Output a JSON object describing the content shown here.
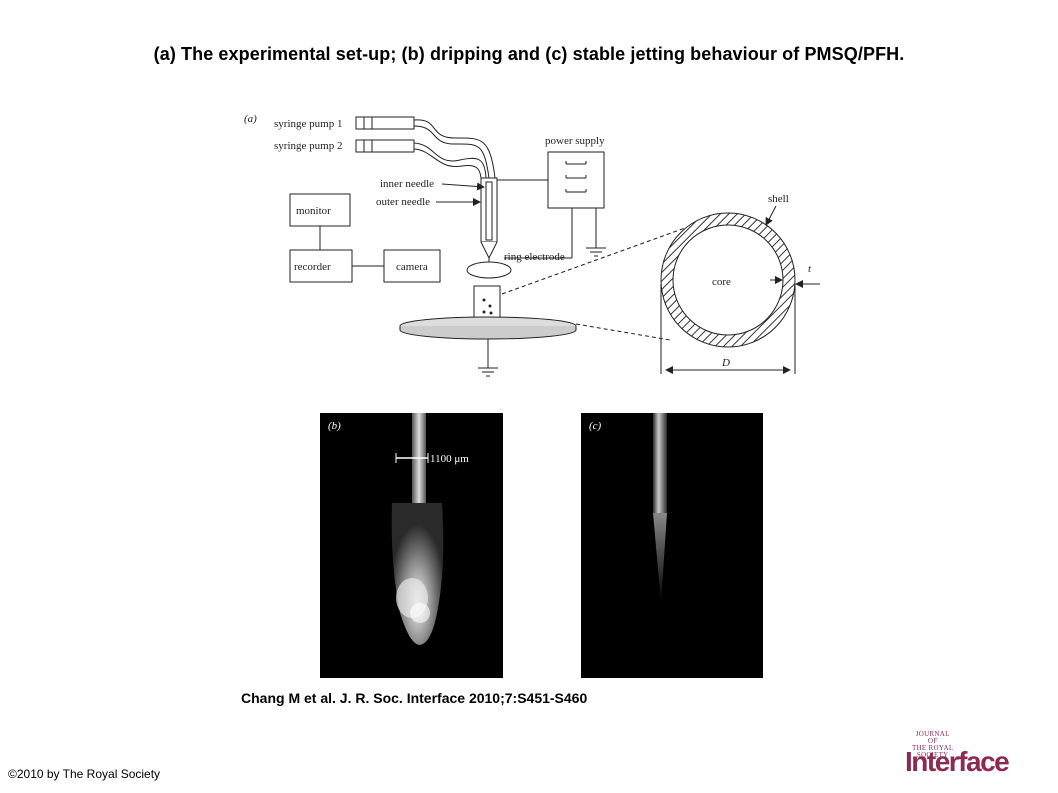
{
  "title": "(a) The experimental set-up; (b) dripping and (c) stable jetting behaviour of PMSQ/PFH.",
  "figure_a": {
    "panel_label": "(a)",
    "labels": {
      "syringe_pump_1": "syringe pump 1",
      "syringe_pump_2": "syringe pump 2",
      "power_supply": "power supply",
      "inner_needle": "inner needle",
      "outer_needle": "outer needle",
      "monitor": "monitor",
      "recorder": "recorder",
      "camera": "camera",
      "ring_electrode": "ring electrode",
      "shell": "shell",
      "core": "core",
      "thickness": "t",
      "diameter": "D"
    }
  },
  "figure_b": {
    "panel_label": "(b)",
    "scale_label": "1100 μm"
  },
  "figure_c": {
    "panel_label": "(c)"
  },
  "citation": "Chang M et al. J. R. Soc. Interface 2010;7:S451-S460",
  "copyright": "©2010 by The Royal Society",
  "logo": {
    "journal_line1": "JOURNAL",
    "journal_line2": "OF",
    "journal_line3": "THE ROYAL",
    "journal_line4": "SOCIETY",
    "wordmark": "Interface",
    "color": "#8b2a52"
  }
}
